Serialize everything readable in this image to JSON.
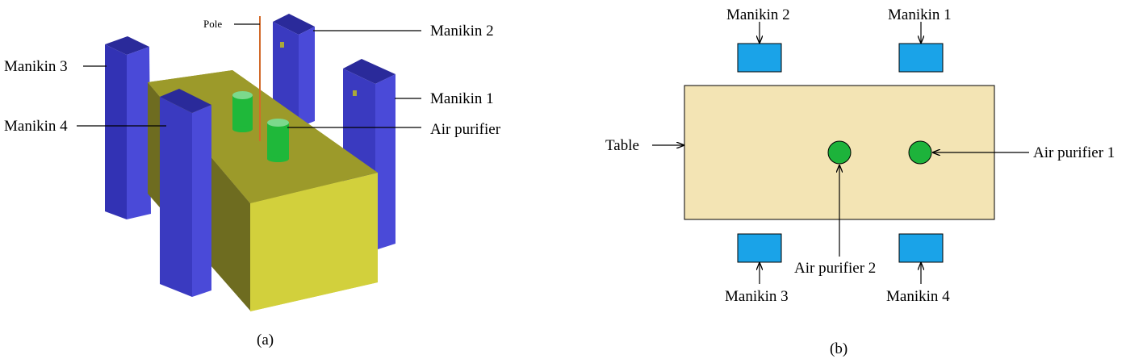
{
  "panel_a": {
    "caption": "(a)",
    "labels": {
      "pole": "Pole",
      "manikin_1": "Manikin 1",
      "manikin_2": "Manikin 2",
      "manikin_3": "Manikin 3",
      "manikin_4": "Manikin 4",
      "air_purifier": "Air purifier"
    }
  },
  "panel_b": {
    "caption": "(b)",
    "labels": {
      "table": "Table",
      "manikin_1": "Manikin 1",
      "manikin_2": "Manikin 2",
      "manikin_3": "Manikin 3",
      "manikin_4": "Manikin 4",
      "air_purifier_1": "Air purifier 1",
      "air_purifier_2": "Air purifier 2"
    }
  },
  "colors": {
    "manikin": "#4a4ad8",
    "table_3d_top": "#9c9a2a",
    "table_3d_front": "#d2d03c",
    "table_3d_side": "#6e6c20",
    "purifier": "#1fb83a",
    "pole": "#d26a2a",
    "table_2d": "#f3e4b4",
    "manikin_2d": "#1aa3e8",
    "purifier_2d": "#1db33b"
  }
}
